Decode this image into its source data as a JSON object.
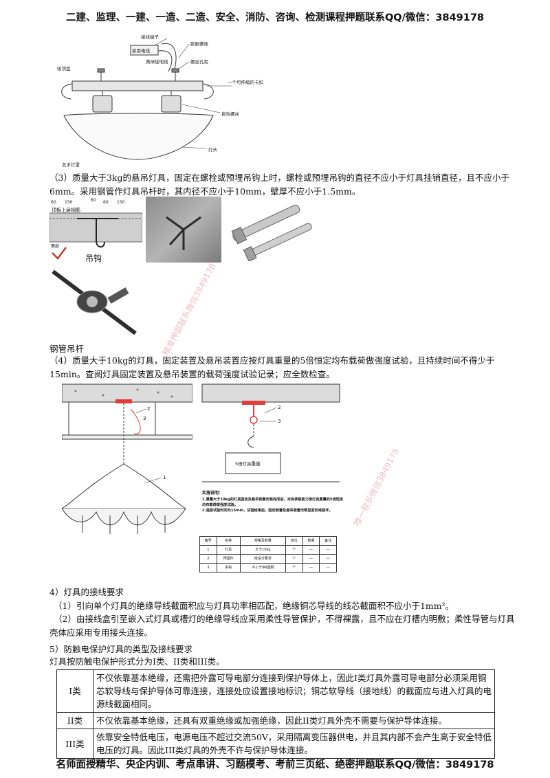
{
  "header": "二建、监理、一建、一造、二造、安全、消防、咨询、检测课程押题联系QQ/微信：3849178",
  "footer": "名师面授精华、央企内训、考点串讲、习题模考、考前三页纸、绝密押题联系QQ/微信：3849178",
  "fig1": {
    "labels": [
      "接线端子",
      "家用电线",
      "黄绿接地线",
      "膨胀螺栓",
      "吸顶盘",
      "螺丝孔距",
      "一个可伸缩的卡扣",
      "自攻螺丝",
      "灯头",
      "艺术灯罩"
    ]
  },
  "p3": "（3）质量大于3kg的悬吊灯具，固定在螺栓或预埋吊钩上时，螺栓或预埋吊钩的直径不应小于灯具挂销直径，且不应小于6mm。采用钢管作灯具吊杆时，其内径不应小于10mm，壁厚不应小于1.5mm。",
  "fig2": {
    "labels": [
      "顶板上层钢筋",
      "吊钩",
      "面层"
    ],
    "dims": [
      "60",
      "150",
      "60",
      "60",
      "150"
    ]
  },
  "cap_pipe": "钢管吊杆",
  "p4": "（4）质量大于10kg的灯具，固定装置及悬吊装置应按灯具重量的5倍恒定均布载荷做强度试验，且持续时间不得少于15min。查阅灯具固定装置及悬吊装置的载荷强度试验记录；应全数检查。",
  "fig3": {
    "callouts": [
      "2",
      "3",
      "1",
      "2",
      "3"
    ],
    "box_label": "5倍灯具重量",
    "note_title": "实施说明：",
    "note_lines": [
      "1.重量大于10kg的灯具固定及悬吊装置安装完成后，对其承载能力按灯具重量的5倍恒定均布载荷做强度试验。",
      "2.强度试验时间为15min，试验结束后，固定装置及悬吊装置无明显变形或损坏。"
    ],
    "table_header": [
      "编号",
      "名称",
      "规格及数量",
      "单位",
      "数量",
      "备注"
    ],
    "table_rows": [
      [
        "1",
        "灯具",
        "大于10kg",
        "个",
        "—",
        "—"
      ],
      [
        "2",
        "预埋件",
        "按设计要求",
        "个",
        "—",
        "—"
      ],
      [
        "3",
        "吊钩",
        "不小于Φ6圆钢",
        "个",
        "—",
        "—"
      ]
    ]
  },
  "s4_title": "4）灯具的接线要求",
  "s4_p1": "（1）引向单个灯具的绝缘导线截面积应与灯具功率相匹配，绝缘铜芯导线的线芯截面积不应小于1mm²。",
  "s4_p2": "（2）由接线盒引至嵌入式灯具或槽灯的绝缘导线应采用柔性导管保护，不得裸露，且不应在灯槽内明敷；柔性导管与灯具壳体应采用专用接头连接。",
  "s5_title": "5）防触电保护灯具的类型及接线要求",
  "s5_intro": "灯具按防触电保护形式分为I类、II类和III类。",
  "class_table": [
    {
      "k": "I类",
      "v": "不仅依靠基本绝缘，还需把外露可导电部分连接到保护导体上，因此I类灯具外露可导电部分必须采用铜芯软导线与保护导体可靠连接，连接处应设置接地标识；铜芯软导线（接地线）的截面应与进入灯具的电源线截面相同。"
    },
    {
      "k": "II类",
      "v": "不仅依靠基本绝缘，还具有双重绝缘或加强绝缘，因此II类灯具外壳不需要与保护导体连接。"
    },
    {
      "k": "III类",
      "v": "依靠安全特低电压，电源电压不超过交流50V，采用隔离变压器供电，并且其内部不会产生高于安全特低电压的灯具。因此III类灯具的外壳不许与保护导体连接。"
    }
  ],
  "watermarks": [
    "精准押题联系微信3849178",
    "唯一联系微信3849178"
  ]
}
